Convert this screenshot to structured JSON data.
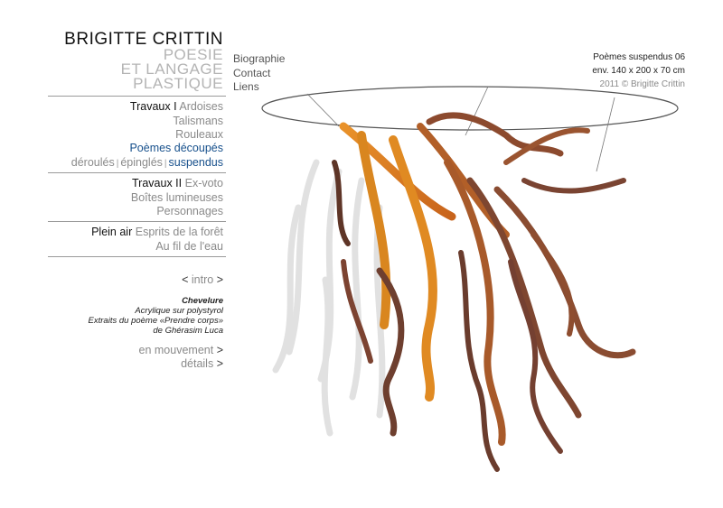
{
  "header": {
    "title": "BRIGITTE CRITTIN",
    "subtitle_lines": [
      "POESIE",
      "ET LANGAGE",
      "PLASTIQUE"
    ]
  },
  "nav": {
    "links": [
      "Biographie",
      "Contact",
      "Liens"
    ]
  },
  "sidebar": {
    "travaux1": {
      "label": "Travaux I",
      "items": [
        "Ardoises",
        "Talismans",
        "Rouleaux",
        "Poèmes découpés"
      ],
      "subitems": [
        "déroulés",
        "épinglés",
        "suspendus"
      ]
    },
    "travaux2": {
      "label": "Travaux II",
      "items": [
        "Ex-voto",
        "Boîtes lumineuses",
        "Personnages"
      ]
    },
    "plein_air": {
      "label": "Plein air",
      "items": [
        "Esprits de la forêt",
        "Au fil de l'eau"
      ]
    },
    "intro": {
      "prev": "<",
      "label": "intro",
      "next": ">"
    },
    "description": {
      "title": "Chevelure",
      "lines": [
        "Acrylique sur polystyrol",
        "Extraits du poème «Prendre corps»",
        "de Ghérasim Luca"
      ]
    },
    "links": [
      {
        "label": "en mouvement",
        "arrow": ">"
      },
      {
        "label": "détails",
        "arrow": ">"
      }
    ]
  },
  "caption": {
    "lines": [
      "Poèmes suspendus 06",
      "env. 140 x 200 x 70 cm",
      "2011 © Brigitte Crittin"
    ]
  },
  "colors": {
    "active_blue": "#17508c",
    "muted_gray": "#8a8a8a",
    "subtitle_gray": "#b4b4b4",
    "rule_gray": "#9a9a9a"
  }
}
